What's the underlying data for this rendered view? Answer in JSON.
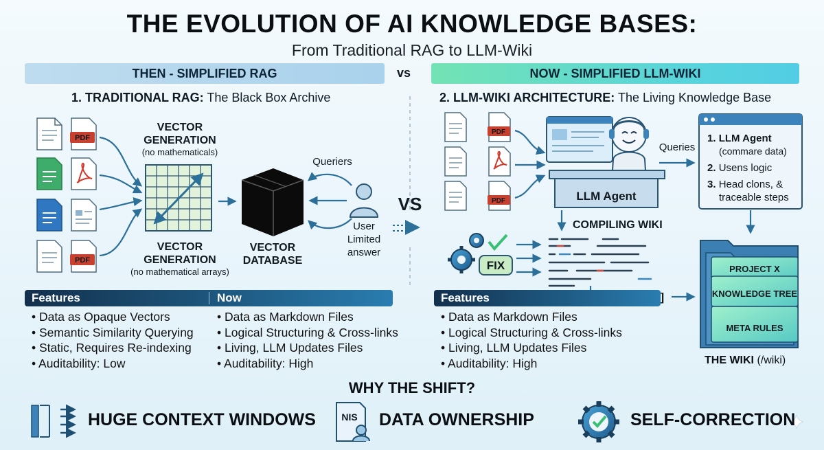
{
  "header": {
    "title": "THE EVOLUTION OF AI KNOWLEDGE BASES:",
    "subtitle": "From Traditional RAG to LLM-Wiki"
  },
  "banners": {
    "then": "THEN - SIMPLIFIED RAG",
    "vs": "vs",
    "now": "NOW - SIMPLIFIED LLM-WIKI"
  },
  "rag": {
    "heading_bold": "1. TRADITIONAL RAG:",
    "heading_rest": " The Black Box Archive",
    "vector_generation_top": [
      "VECTOR",
      "GENERATION"
    ],
    "vector_generation_top_note": "(no mathematicals)",
    "vector_generation_bottom": [
      "VECTOR",
      "GENERATION"
    ],
    "vector_generation_bottom_note": "(no mathematical arrays)",
    "vector_database": [
      "VECTOR",
      "DATABASE"
    ],
    "queriers": "Queriers",
    "user_lines": [
      "User",
      "Limited",
      "answer"
    ],
    "pdf_label": "PDF"
  },
  "center_vs": "VS",
  "wiki": {
    "heading_bold": "2. LLM-WIKI ARCHITECTURE:",
    "heading_rest": " The Living Knowledge Base",
    "llm_agent_label": "LLM Agent",
    "queries": "Queries",
    "steps": [
      {
        "num": "1.",
        "text": "LLM Agent",
        "note": "(commare data)"
      },
      {
        "num": "2.",
        "text": "Usens logic",
        "note": ""
      },
      {
        "num": "3.",
        "text": "Head clons, &",
        "note": "traceable steps"
      }
    ],
    "compiling": "COMPILING WIKI",
    "fix": "FIX",
    "link_token": "[[ ... ]]",
    "folders": [
      "PROJECT X",
      "KNOWLEDGE TREE",
      "META RULES"
    ],
    "caption_bold": "THE WIKI",
    "caption_rest": " (/wiki)",
    "pdf_label": "PDF"
  },
  "features": {
    "then_title": "Features",
    "now_title": "Now",
    "then_items": [
      "Data as Opaque Vectors",
      "Semantic Similarity Querying",
      "Static, Requires Re-indexing",
      "Auditability: Low"
    ],
    "now_items": [
      "Data as Markdown Files",
      "Logical Structuring & Cross-links",
      "Living, LLM Updates Files",
      "Auditability: High"
    ],
    "wiki_title": "Features",
    "wiki_items": [
      "Data as Markdown Files",
      "Logical Structuring & Cross-links",
      "Living, LLM Updates Files",
      "Auditability: High"
    ]
  },
  "why": {
    "title": "WHY THE SHIFT?",
    "benefits": [
      {
        "icon": "context-windows-icon",
        "label": "HUGE CONTEXT WINDOWS"
      },
      {
        "icon": "data-ownership-icon",
        "label": "DATA OWNERSHIP",
        "icon_text": "NIS"
      },
      {
        "icon": "self-correction-gear-icon",
        "label": "SELF-CORRECTION"
      }
    ]
  },
  "colors": {
    "navy": "#13304c",
    "accent_blue": "#2d7fb8",
    "pdf_red": "#c8412f",
    "green_doc": "#3eac6a",
    "teal": "#4fc7c2"
  }
}
